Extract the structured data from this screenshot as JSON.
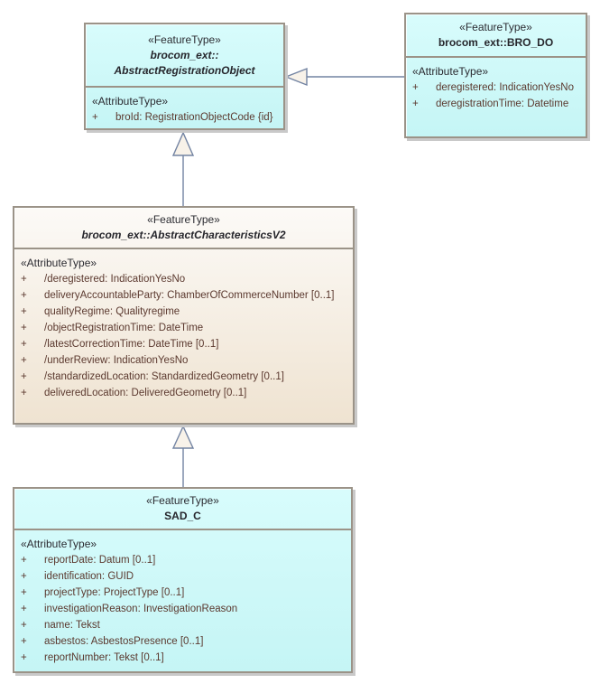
{
  "diagram": {
    "plus": "+",
    "classes": {
      "abstract_registration_object": {
        "stereotype": "«FeatureType»",
        "name_line1": "brocom_ext::",
        "name_line2": "AbstractRegistrationObject",
        "attributes_stereotype": "«AttributeType»",
        "attributes": [
          "broId: RegistrationObjectCode {id}"
        ]
      },
      "bro_do": {
        "stereotype": "«FeatureType»",
        "name": "brocom_ext::BRO_DO",
        "attributes_stereotype": "«AttributeType»",
        "attributes": [
          "deregistered: IndicationYesNo",
          "deregistrationTime: Datetime"
        ]
      },
      "abstract_characteristics_v2": {
        "stereotype": "«FeatureType»",
        "name": "brocom_ext::AbstractCharacteristicsV2",
        "attributes_stereotype": "«AttributeType»",
        "attributes": [
          "/deregistered: IndicationYesNo",
          "deliveryAccountableParty: ChamberOfCommerceNumber [0..1]",
          "qualityRegime: Qualityregime",
          "/objectRegistrationTime: DateTime",
          "/latestCorrectionTime: DateTime [0..1]",
          "/underReview: IndicationYesNo",
          "/standardizedLocation: StandardizedGeometry [0..1]",
          "deliveredLocation: DeliveredGeometry [0..1]"
        ]
      },
      "sad_c": {
        "stereotype": "«FeatureType»",
        "name": "SAD_C",
        "attributes_stereotype": "«AttributeType»",
        "attributes": [
          "reportDate: Datum [0..1]",
          "identification: GUID",
          "projectType: ProjectType [0..1]",
          "investigationReason: InvestigationReason",
          "name: Tekst",
          "asbestos: AsbestosPresence [0..1]",
          "reportNumber: Tekst [0..1]"
        ]
      }
    },
    "colors": {
      "class_fill_cyan": "#CCF9F9",
      "class_fill_beige": "#F4EADA",
      "class_border": "#9B9388",
      "connector": "#7283A2",
      "triangle_fill": "#F8F2E9",
      "title_text": "#2B2B31",
      "attribute_text": "#5B392F",
      "shadow": "#C9C9C9"
    }
  }
}
